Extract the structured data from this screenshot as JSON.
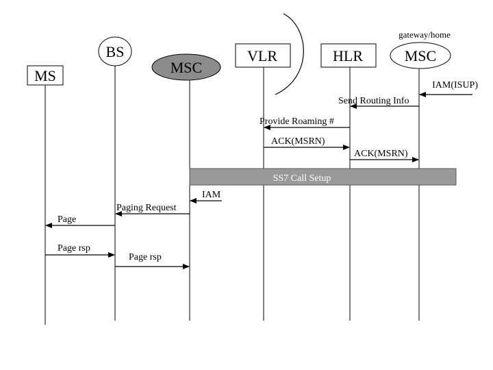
{
  "entities": {
    "ms": "MS",
    "bs": "BS",
    "msc_serving": "MSC",
    "vlr": "VLR",
    "hlr": "HLR",
    "msc_gateway": "MSC",
    "gateway_caption": "gateway/home"
  },
  "messages": {
    "iam_isup": "IAM(ISUP)",
    "send_routing_info": "Send Routing Info",
    "provide_roaming": "Provide Roaming #",
    "ack_msrn_vlr": "ACK(MSRN)",
    "ack_msrn_hlr": "ACK(MSRN)",
    "ss7_call_setup": "SS7 Call Setup",
    "iam": "IAM",
    "paging_request": "Paging Request",
    "page": "Page",
    "page_rsp_ms": "Page rsp",
    "page_rsp_bs": "Page rsp"
  },
  "colors": {
    "msc_serving_fill": "#8c8c8c",
    "ss7_bar_fill": "#999999",
    "ss7_text": "#ffffff",
    "line": "#000000"
  }
}
